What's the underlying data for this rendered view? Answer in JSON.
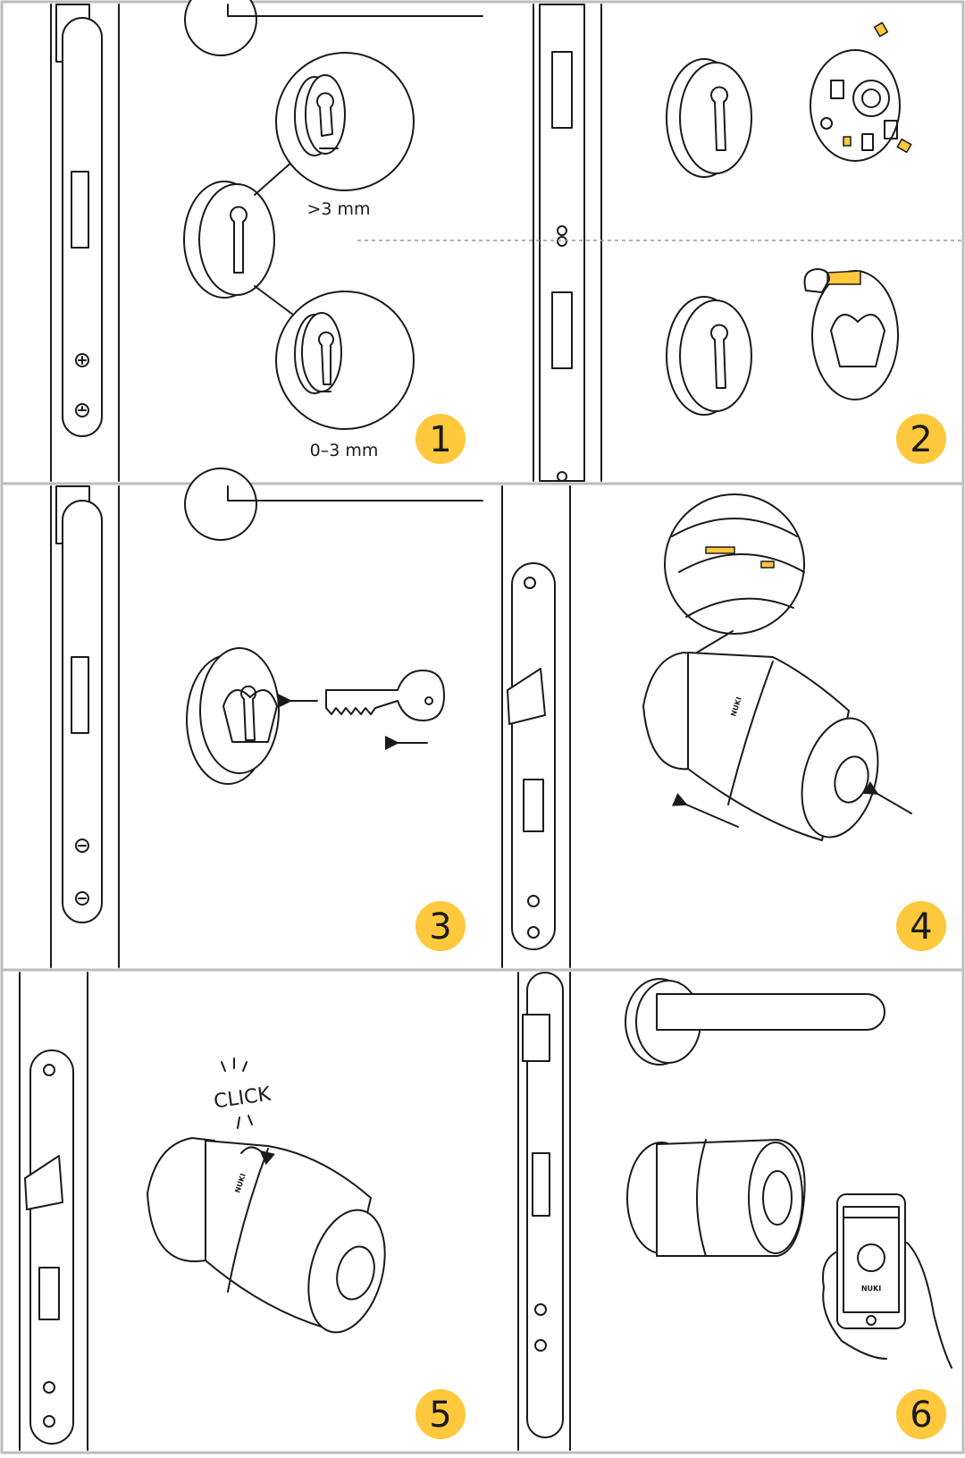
{
  "colors": {
    "accent": "#FFC83D",
    "line": "#1a1a1a",
    "frame": "#bdbdbd",
    "background": "#ffffff"
  },
  "steps": [
    {
      "number": "1",
      "labels": {
        "gap_large": ">3 mm",
        "gap_small": "0–3 mm"
      }
    },
    {
      "number": "2"
    },
    {
      "number": "3"
    },
    {
      "number": "4",
      "brand": "NUKI"
    },
    {
      "number": "5",
      "click": "CLICK",
      "brand": "NUKI"
    },
    {
      "number": "6",
      "brand": "NUKI"
    }
  ]
}
